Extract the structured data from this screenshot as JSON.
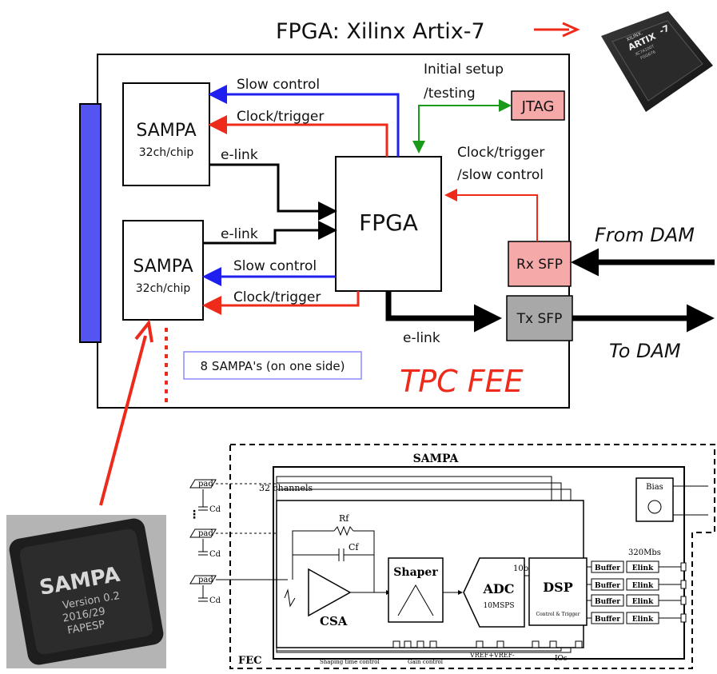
{
  "header": {
    "title": "FPGA: Xilinx Artix-7"
  },
  "chip_photo_fpga": {
    "brand": "XILINX.",
    "name": "ARTIX",
    "suffix": "-7",
    "line1": "XC7A100T",
    "line2": "FGG676"
  },
  "fee": {
    "sampa1": {
      "name": "SAMPA",
      "sub": "32ch/chip"
    },
    "sampa2": {
      "name": "SAMPA",
      "sub": "32ch/chip"
    },
    "fpga": "FPGA",
    "jtag": "JTAG",
    "rx": "Rx SFP",
    "tx": "Tx SFP",
    "labels": {
      "slow_control_top": "Slow control",
      "clock_trigger_top": "Clock/trigger",
      "elink_top": "e-link",
      "elink_mid": "e-link",
      "slow_control_bottom": "Slow control",
      "clock_trigger_bottom": "Clock/trigger",
      "elink_out": "e-link",
      "initial_setup_1": "Initial setup",
      "initial_setup_2": "/testing",
      "clock_slow_1": "Clock/trigger",
      "clock_slow_2": "/slow control",
      "from_dam": "From DAM",
      "to_dam": "To DAM",
      "sampas_note": "8 SAMPA's (on one side)",
      "tpc_fee": "TPC FEE"
    }
  },
  "chip_photo_sampa": {
    "name": "SAMPA",
    "line1": "Version 0.2",
    "line2": "2016/29",
    "line3": "FAPESP"
  },
  "sampa_schematic": {
    "title": "SAMPA",
    "channels": "32 channels",
    "pad": "pad",
    "cd": "Cd",
    "rf": "Rf",
    "cf": "Cf",
    "csa": "CSA",
    "shaper": "Shaper",
    "adc": "ADC",
    "adc_sub": "10MSPS",
    "bits": "10b",
    "dsp": "DSP",
    "dsp_sub": "Control & Trigger",
    "bias": "Bias",
    "rate": "320Mbs",
    "buffer": "Buffer",
    "elink": "Elink",
    "fec": "FEC",
    "shaping_time": "Shaping time control",
    "gain": "Gain control",
    "vrefp": "VREF+",
    "vrefm": "VREF-",
    "ios": "IOs"
  },
  "colors": {
    "red": "#ee2a1b",
    "blue": "#1f1ff0",
    "green": "#1a9a1a",
    "sampa_bar": "#5454f0",
    "pink": "#f5a9a9",
    "grey": "#a8a8a8"
  }
}
